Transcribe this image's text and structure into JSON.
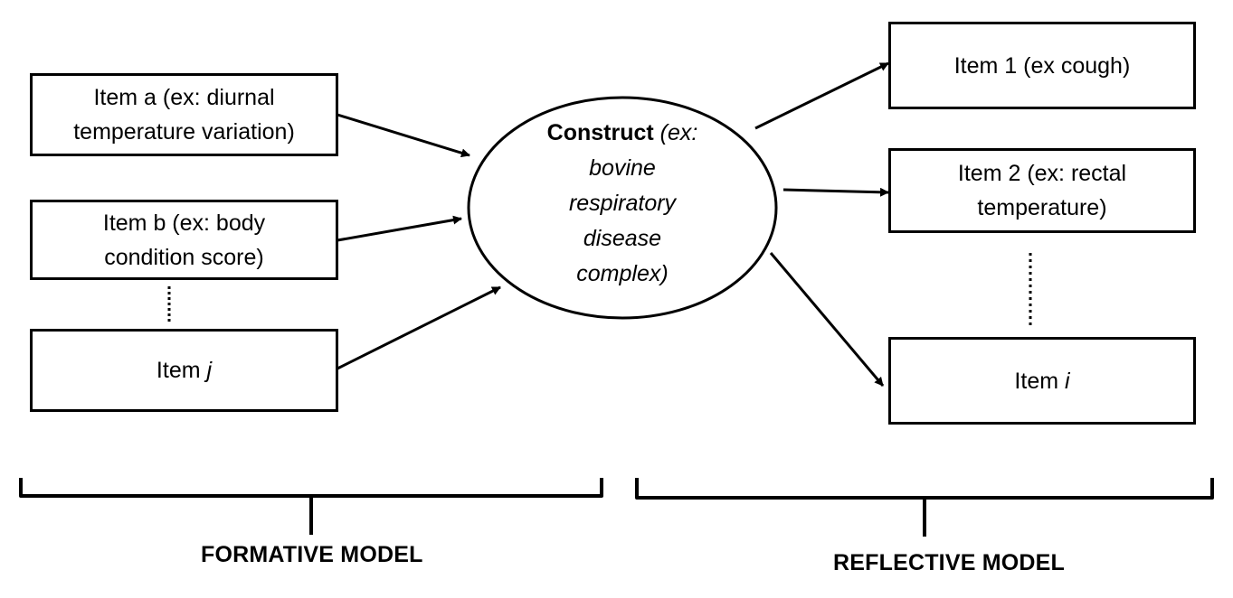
{
  "formative": {
    "item_a": {
      "line1": "Item a (ex: diurnal",
      "line2": "temperature variation)"
    },
    "item_b": {
      "line1": "Item b (ex: body",
      "line2": "condition score)"
    },
    "item_j": {
      "prefix": "Item ",
      "var": "j"
    },
    "label": "FORMATIVE MODEL"
  },
  "construct": {
    "bold": "Construct",
    "italic_lines": [
      "(ex:",
      "bovine",
      "respiratory",
      "disease",
      "complex)"
    ]
  },
  "reflective": {
    "item_1": {
      "line1": "Item 1 (ex cough)"
    },
    "item_2": {
      "line1": "Item 2 (ex: rectal",
      "line2": "temperature)"
    },
    "item_i": {
      "prefix": "Item ",
      "var": "i"
    },
    "label": "REFLECTIVE MODEL"
  }
}
